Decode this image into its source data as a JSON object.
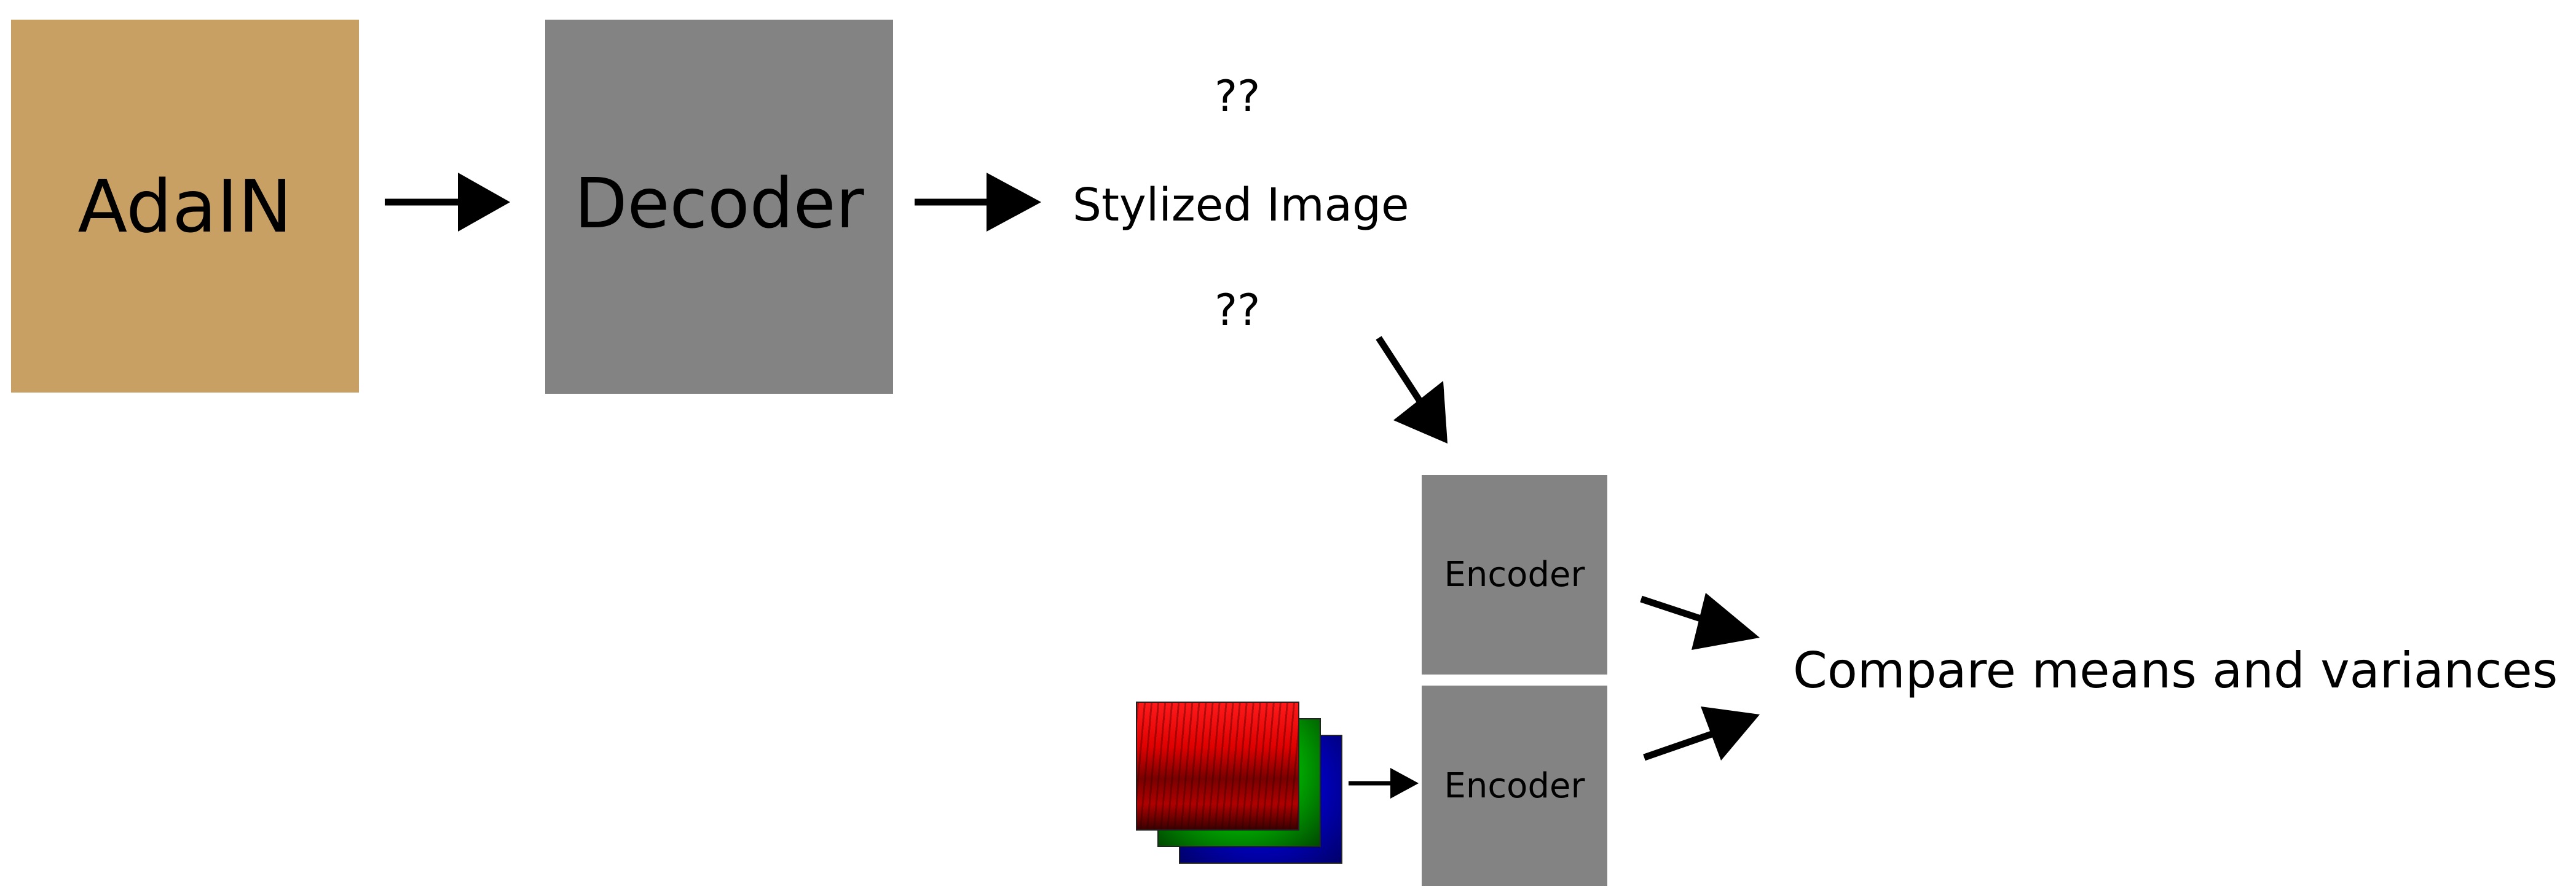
{
  "diagram": {
    "adain": {
      "label": "AdaIN",
      "color": "#c8a063"
    },
    "decoder": {
      "label": "Decoder",
      "color": "#838383"
    },
    "stylized": {
      "label": "Stylized Image",
      "mark_above": "??",
      "mark_below": "??"
    },
    "encoder_top": {
      "label": "Encoder",
      "color": "#838383"
    },
    "encoder_bottom": {
      "label": "Encoder",
      "color": "#838383"
    },
    "compare": {
      "label": "Compare means and variances"
    },
    "style_image": {
      "channels": [
        "red-channel",
        "green-channel",
        "blue-channel"
      ]
    },
    "arrow_color": "#000000"
  }
}
